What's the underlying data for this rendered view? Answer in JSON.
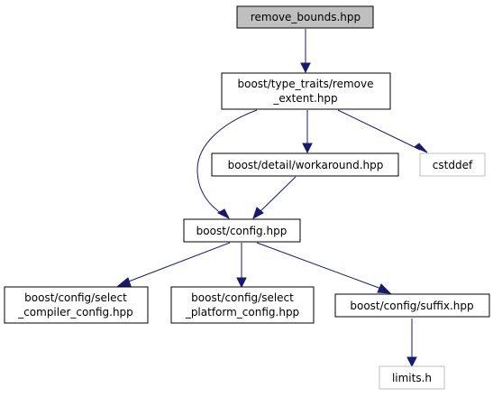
{
  "graph": {
    "nodes": {
      "remove_bounds": {
        "lines": [
          "remove_bounds.hpp"
        ]
      },
      "remove_extent": {
        "lines": [
          "boost/type_traits/remove",
          "_extent.hpp"
        ]
      },
      "workaround": {
        "lines": [
          "boost/detail/workaround.hpp"
        ]
      },
      "cstddef": {
        "lines": [
          "cstddef"
        ]
      },
      "config": {
        "lines": [
          "boost/config.hpp"
        ]
      },
      "select_compiler": {
        "lines": [
          "boost/config/select",
          "_compiler_config.hpp"
        ]
      },
      "select_platform": {
        "lines": [
          "boost/config/select",
          "_platform_config.hpp"
        ]
      },
      "suffix": {
        "lines": [
          "boost/config/suffix.hpp"
        ]
      },
      "limits": {
        "lines": [
          "limits.h"
        ]
      }
    },
    "edges": [
      {
        "from": "remove_bounds",
        "to": "remove_extent"
      },
      {
        "from": "remove_extent",
        "to": "workaround"
      },
      {
        "from": "remove_extent",
        "to": "cstddef"
      },
      {
        "from": "remove_extent",
        "to": "config"
      },
      {
        "from": "workaround",
        "to": "config"
      },
      {
        "from": "config",
        "to": "select_compiler"
      },
      {
        "from": "config",
        "to": "select_platform"
      },
      {
        "from": "config",
        "to": "suffix"
      },
      {
        "from": "suffix",
        "to": "limits"
      }
    ],
    "colors": {
      "edge": "#191970",
      "root_fill": "#bfbfbf",
      "external_border": "#bfbfbf",
      "node_border": "#000000"
    }
  }
}
